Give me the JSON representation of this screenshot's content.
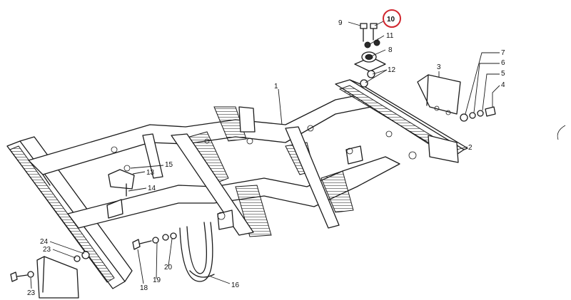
{
  "diagram": {
    "highlight_color": "#d0262e",
    "ink_color": "#1b1b1b",
    "callouts": [
      {
        "id": "c1",
        "label": "1"
      },
      {
        "id": "c2",
        "label": "2"
      },
      {
        "id": "c3",
        "label": "3"
      },
      {
        "id": "c4",
        "label": "4"
      },
      {
        "id": "c5",
        "label": "5"
      },
      {
        "id": "c6",
        "label": "6"
      },
      {
        "id": "c7",
        "label": "7"
      },
      {
        "id": "c8",
        "label": "8"
      },
      {
        "id": "c9",
        "label": "9"
      },
      {
        "id": "c10",
        "label": "10",
        "highlighted": true
      },
      {
        "id": "c11",
        "label": "11"
      },
      {
        "id": "c12",
        "label": "12"
      },
      {
        "id": "c13",
        "label": "13"
      },
      {
        "id": "c14",
        "label": "14"
      },
      {
        "id": "c15",
        "label": "15"
      },
      {
        "id": "c16",
        "label": "16"
      },
      {
        "id": "c18",
        "label": "18"
      },
      {
        "id": "c19",
        "label": "19"
      },
      {
        "id": "c20",
        "label": "20"
      },
      {
        "id": "c23a",
        "label": "23"
      },
      {
        "id": "c23b",
        "label": "23"
      },
      {
        "id": "c24",
        "label": "24"
      }
    ]
  }
}
